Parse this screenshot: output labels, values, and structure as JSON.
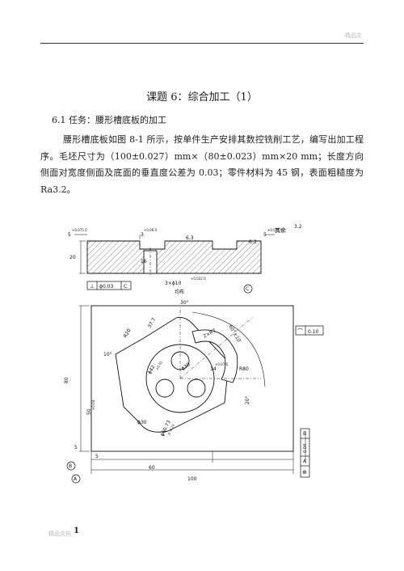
{
  "header": {
    "tag": "精品文"
  },
  "title": "课题 6：综合加工（1）",
  "subheading": "6.1 任务：腰形槽底板的加工",
  "paragraph": "腰形槽底板如图 8-1 所示，按单件生产安排其数控铣削工艺，编写出加工程序。毛坯尺寸为（100±0.027）mm×（80±0.023）mm×20 mm；长度方向侧面对宽度侧面及底面的垂直度公差为 0.03；零件材料为 45 钢，表面粗糙度为 Ra3.2。",
  "drawing": {
    "section": {
      "d5a": "5",
      "d5a_tol": "+0.075 0",
      "d3": "3",
      "d3_tol": "+0.06 0",
      "d5b": "5",
      "d5b_tol": "+0.075 0",
      "d20": "20",
      "d16": "16",
      "rough1": "6.3",
      "rough2": "6.3",
      "rest": "其余",
      "rest_val": "3.2",
      "holes": "3×ϕ10",
      "holes_tol": "+0.022 0",
      "even": "均布",
      "perp_sym": "⊥",
      "perp_val": "ϕ0.03",
      "perp_ref": "C",
      "datum_c": "C"
    },
    "plan": {
      "a30": "30°",
      "a60": "60°±10′",
      "r37": "37.7",
      "r20": "R20",
      "rx": "2×R7",
      "a10": "10°",
      "c42": "ϕ42",
      "c42_tol": "±0.02",
      "d30": "ϕ30",
      "r14": "14",
      "r14_tol": "+0.07 0",
      "r80": "R80",
      "a20": "20°",
      "d30b": "ϕ30",
      "d60": "ϕ60.73",
      "d60_tol": "0 -0.19",
      "profile_sym": "⌒",
      "profile_val": "0.10",
      "d80": "80",
      "d50": "50",
      "d50_tol": "+0.04",
      "d5": "5",
      "d5b": "5",
      "d60h": "60",
      "d100": "100",
      "datum_b": "B",
      "datum_a": "A",
      "pos_sym": "⊕",
      "pos_val": "0.04",
      "pos_ref1": "A",
      "pos_ref2": "B"
    }
  },
  "footer": {
    "label": "精品文档",
    "page": "1"
  }
}
